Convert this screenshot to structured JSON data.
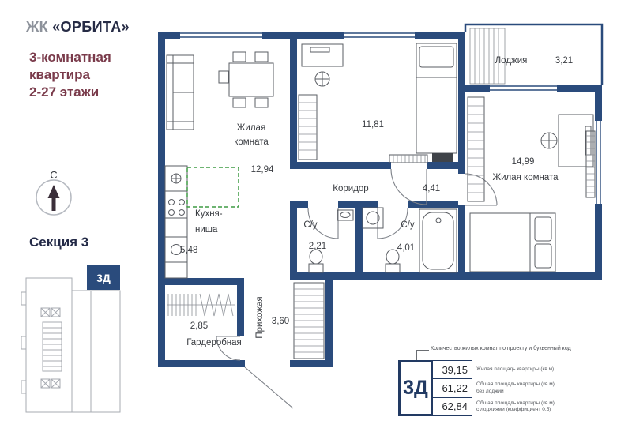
{
  "colors": {
    "wall": "#2a4b7c",
    "accent_maroon": "#7a3b4b",
    "brand_gray": "#8d929b",
    "brand_dark": "#262b45",
    "kitchen_zone_dash": "#3f9b44"
  },
  "sidebar": {
    "brand": {
      "prefix": "ЖК",
      "name": "«ОРБИТА»"
    },
    "subtitle": [
      "3-комнатная",
      "квартира",
      "2-27 этажи"
    ],
    "compass": {
      "letter": "С"
    },
    "section": {
      "title": "Секция 3",
      "unit_code": "3Д"
    }
  },
  "plan": {
    "rooms": {
      "loggia": {
        "name": "Лоджия",
        "area": "3,21"
      },
      "living1": {
        "name1": "Жилая",
        "name2": "комната",
        "area": "12,94"
      },
      "room2": {
        "area": "11,81"
      },
      "living3": {
        "name": "Жилая комната",
        "area": "14,99"
      },
      "corridor": {
        "name": "Коридор",
        "area": "4,41"
      },
      "kitchen": {
        "name1": "Кухня-",
        "name2": "ниша",
        "area": "5,48"
      },
      "bath1": {
        "name": "С/у",
        "area": "2,21"
      },
      "bath2": {
        "name": "С/у",
        "area": "4,01"
      },
      "hall": {
        "name": "Прихожая",
        "area": "3,60"
      },
      "wardrobe": {
        "name": "Гардеробная",
        "area": "2,85"
      }
    }
  },
  "summary": {
    "note": "Количество жилых комнат по проекту и буквенный код",
    "unit_code": "3Д",
    "rows": [
      {
        "value": "39,15",
        "label1": "Жилая площадь квартиры (кв.м)",
        "label2": ""
      },
      {
        "value": "61,22",
        "label1": "Общая площадь квартиры (кв.м)",
        "label2": "без лоджий"
      },
      {
        "value": "62,84",
        "label1": "Общая площадь квартиры (кв.м)",
        "label2": "с лоджиями (коэффициент 0,5)"
      }
    ]
  }
}
